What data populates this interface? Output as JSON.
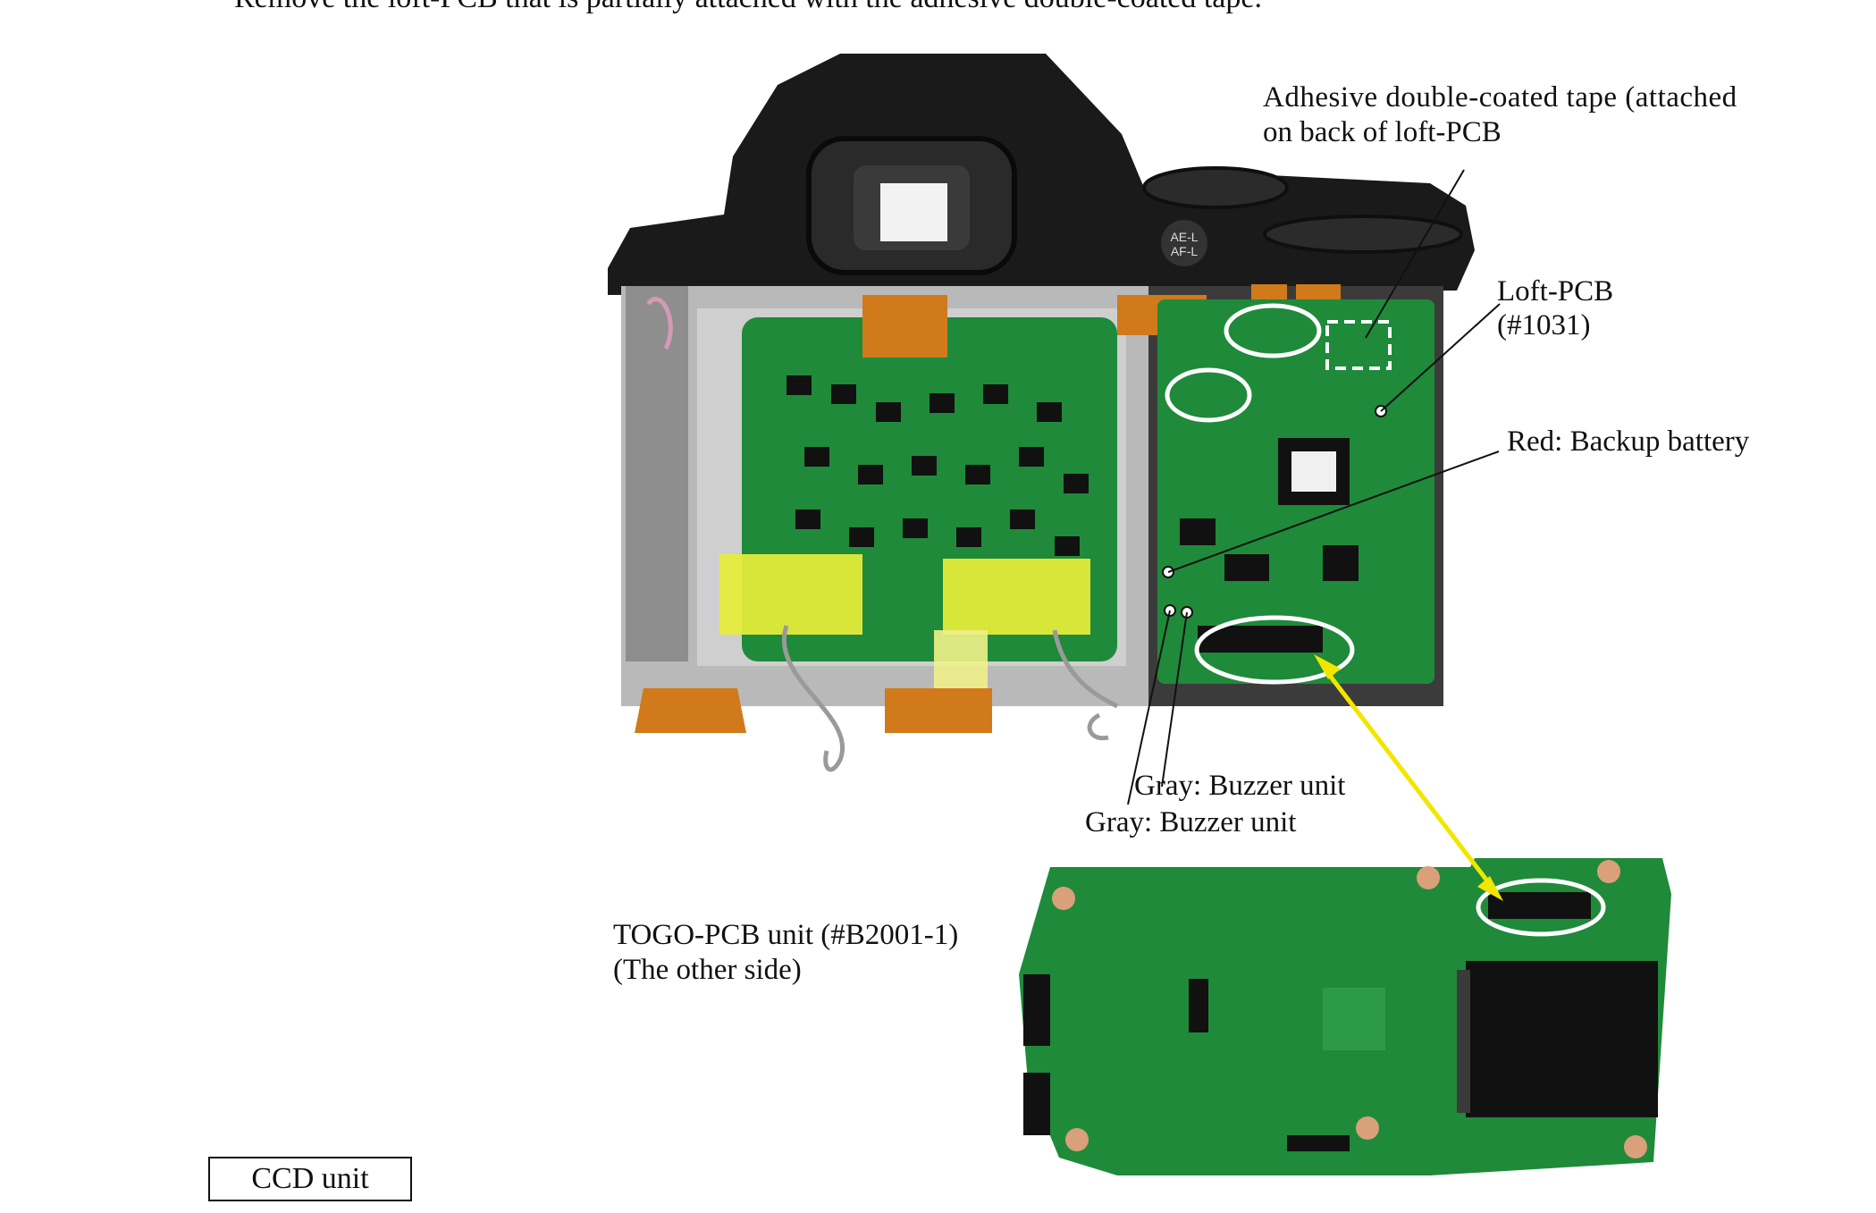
{
  "doc": {
    "instruction_partial": "Remove the loft-PCB that is partially attached with the adhesive double-coated tape.",
    "labels": {
      "adhesive_line1": "Adhesive double-coated tape (attached",
      "adhesive_line2": "on back of loft-PCB",
      "loft_pcb_line1": "Loft-PCB",
      "loft_pcb_line2": "(#1031)",
      "red_backup": "Red: Backup battery",
      "gray_buzzer_a": "Gray: Buzzer unit",
      "gray_buzzer_b": "Gray: Buzzer unit",
      "togo_line1": "TOGO-PCB unit (#B2001-1)",
      "togo_line2": "(The other side)",
      "ccd_unit": "CCD unit"
    },
    "colors": {
      "pcb_green": "#1f8a3a",
      "camera_black": "#1a1a1a",
      "flex_orange": "#d07a1c",
      "tape_yellow": "#e7ee3a",
      "arrow_yellow": "#f2e600"
    }
  }
}
